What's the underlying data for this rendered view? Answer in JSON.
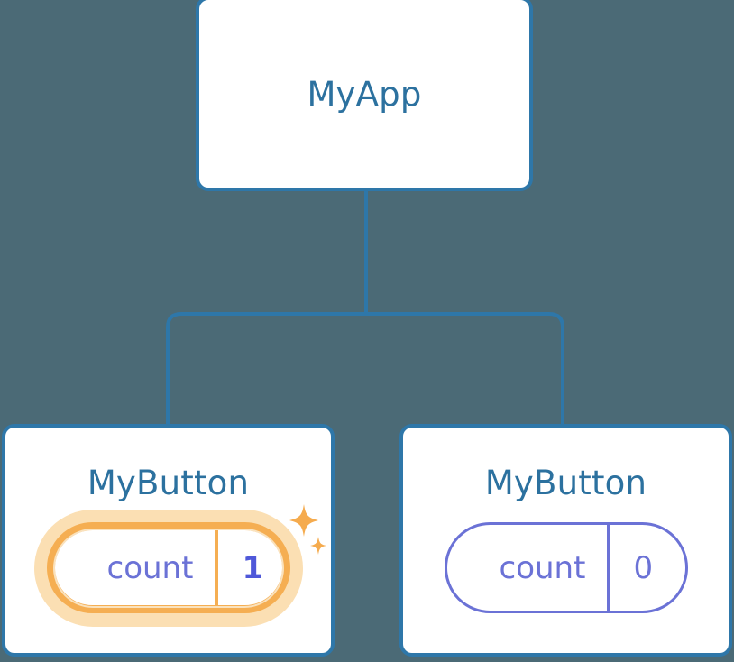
{
  "diagram": {
    "type": "component-tree",
    "background_color": "#4b6a76",
    "node_border_color": "#2e77a9",
    "node_title_color": "#2c719f",
    "state_color": "#6b72d6",
    "highlight_color": "#f5ae52",
    "highlight_glow_color": "#fbdfb3",
    "highlight_value_color": "#4f58d9"
  },
  "nodes": {
    "root": {
      "title": "MyApp"
    },
    "left_child": {
      "title": "MyButton",
      "state": {
        "key": "count",
        "value": "1",
        "highlighted": "true"
      }
    },
    "right_child": {
      "title": "MyButton",
      "state": {
        "key": "count",
        "value": "0",
        "highlighted": "false"
      }
    }
  },
  "icons": {
    "sparkle_large": "sparkle-icon",
    "sparkle_small": "sparkle-small-icon"
  }
}
